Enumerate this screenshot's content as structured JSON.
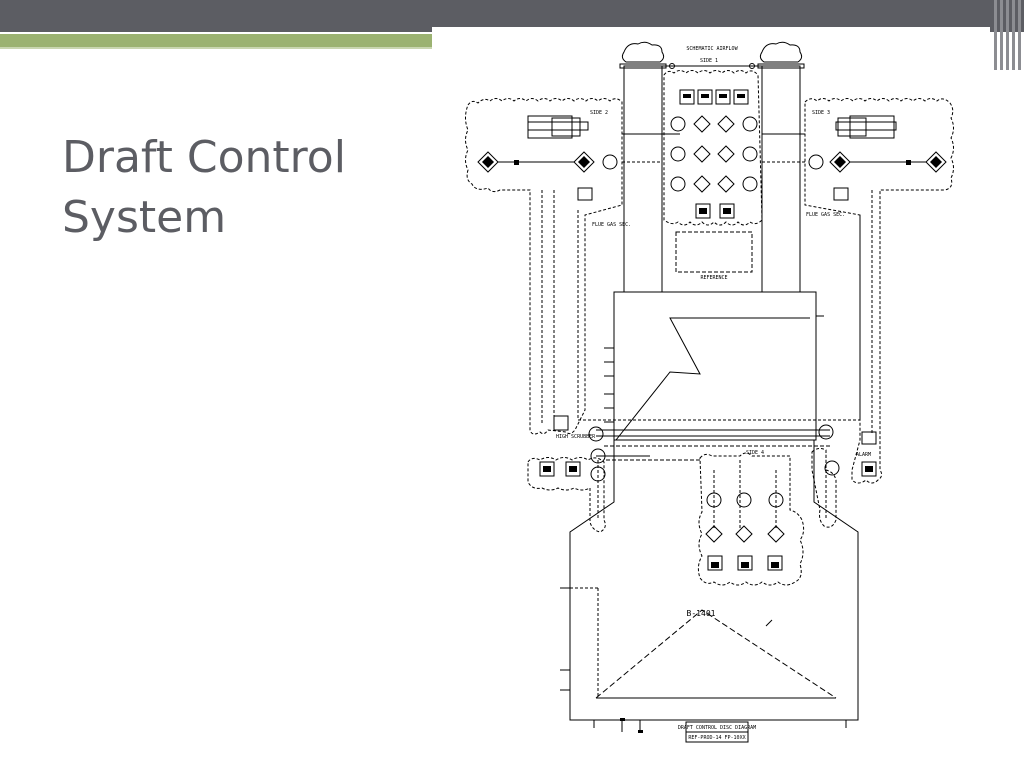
{
  "slide": {
    "title_lines": [
      "Draft Control",
      "System"
    ]
  },
  "drawing": {
    "stack_label": "SCHEMATIC AIRFLOW",
    "side_labels": [
      "SIDE 1",
      "SIDE 2",
      "SIDE 3",
      "SIDE 4"
    ],
    "furnace_tag": "B-1401",
    "ref_label": "REFERENCE",
    "high_label": "HIGH SCRUBBER",
    "alarm_label": "ALARM",
    "left_block_label": "FLUE GAS SEC.",
    "right_block_label": "FLUE GAS SEC.",
    "title_block_lines": [
      "DRAFT CONTROL DISC DIAGRAM",
      "REF-PROD-14 FP-10XX"
    ],
    "line_color": "#000000"
  },
  "colors": {
    "top_bar": "#5c5d63",
    "accent_green": "#9bb271",
    "title_text": "#5c5d63"
  }
}
